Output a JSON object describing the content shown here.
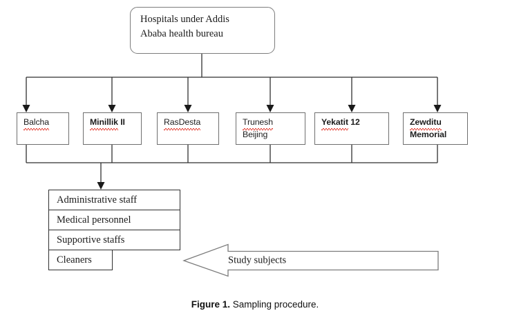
{
  "figure": {
    "caption_label": "Figure 1.",
    "caption_text": " Sampling procedure."
  },
  "root": {
    "line1": "Hospitals under Addis",
    "line2": "Ababa health bureau"
  },
  "hospitals": [
    {
      "name": "Balcha",
      "line1": "Balcha",
      "line2": "",
      "bold": false,
      "misspelled": true
    },
    {
      "name": "Minillik II",
      "line1": "Minillik",
      "line2_inline": " II",
      "line2": "",
      "bold": true,
      "misspelled": true
    },
    {
      "name": "RasDesta",
      "line1": "RasDesta",
      "line2": "",
      "bold": false,
      "misspelled": true
    },
    {
      "name": "Trunesh Beijing",
      "line1": "Trunesh",
      "line2": "Beijing",
      "bold": false,
      "misspelled": true
    },
    {
      "name": "Yekatit 12",
      "line1": "Yekatit",
      "line2_inline": " 12",
      "line2": "",
      "bold": true,
      "misspelled": true
    },
    {
      "name": "Zewditu Memorial",
      "line1": "Zewditu",
      "line2": "Memorial",
      "bold": true,
      "misspelled": true
    }
  ],
  "staff": [
    {
      "label": "Administrative staff"
    },
    {
      "label": "Medical personnel"
    },
    {
      "label": "Supportive staffs"
    },
    {
      "label": "Cleaners"
    }
  ],
  "study_subjects": {
    "label": "Study subjects"
  },
  "colors": {
    "line": "#2f2f2f",
    "box_border": "#6e6e6e",
    "root_border": "#7c7c7c",
    "arrow_border": "#7b7b7b",
    "spellcheck": "#e23b2e",
    "text": "#1a1a1a",
    "background": "#ffffff"
  }
}
